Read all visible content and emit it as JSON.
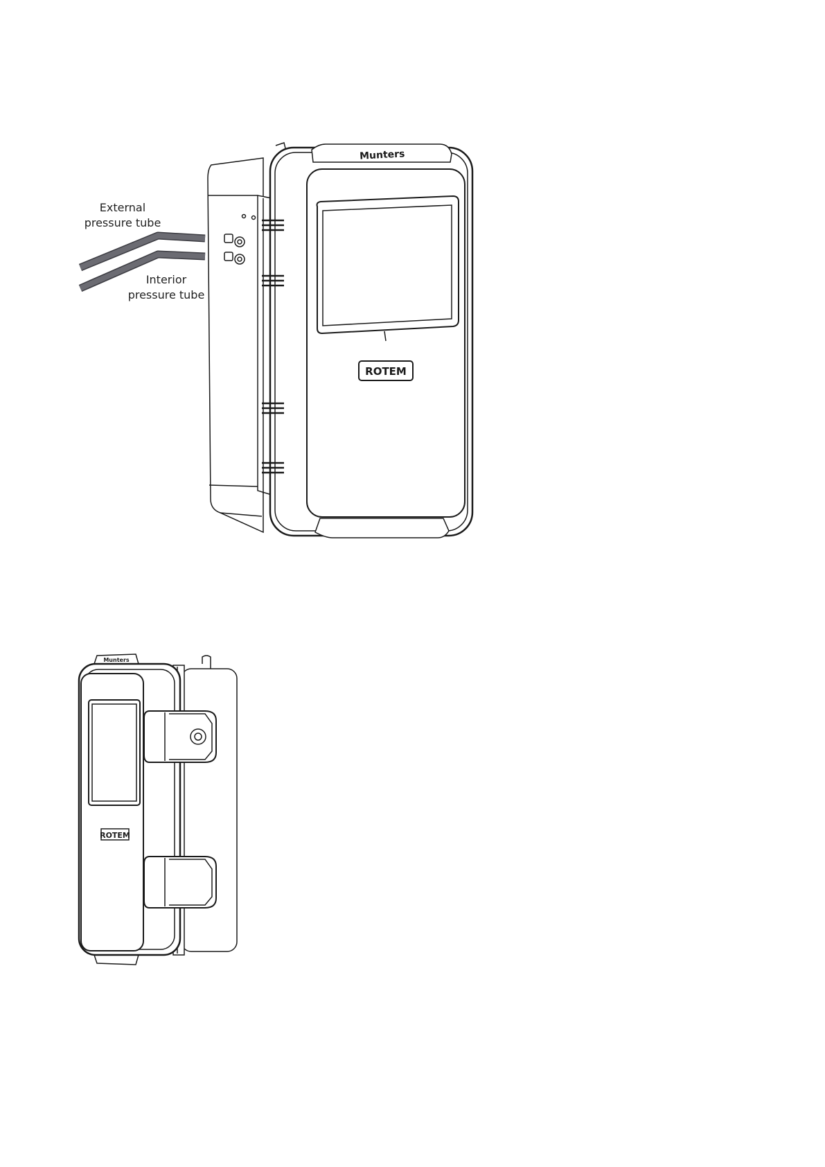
{
  "figure1": {
    "labels": {
      "external_line1": "External",
      "external_line2": "pressure tube",
      "interior_line1": "Interior",
      "interior_line2": "pressure tube"
    },
    "brand_plate": "ROTEM",
    "top_logo": "Munters"
  },
  "figure2": {
    "brand_plate": "ROTEM",
    "top_logo": "Munters"
  },
  "colors": {
    "line": "#1a1a1a",
    "tube": "#6b6b72",
    "background": "#ffffff"
  }
}
